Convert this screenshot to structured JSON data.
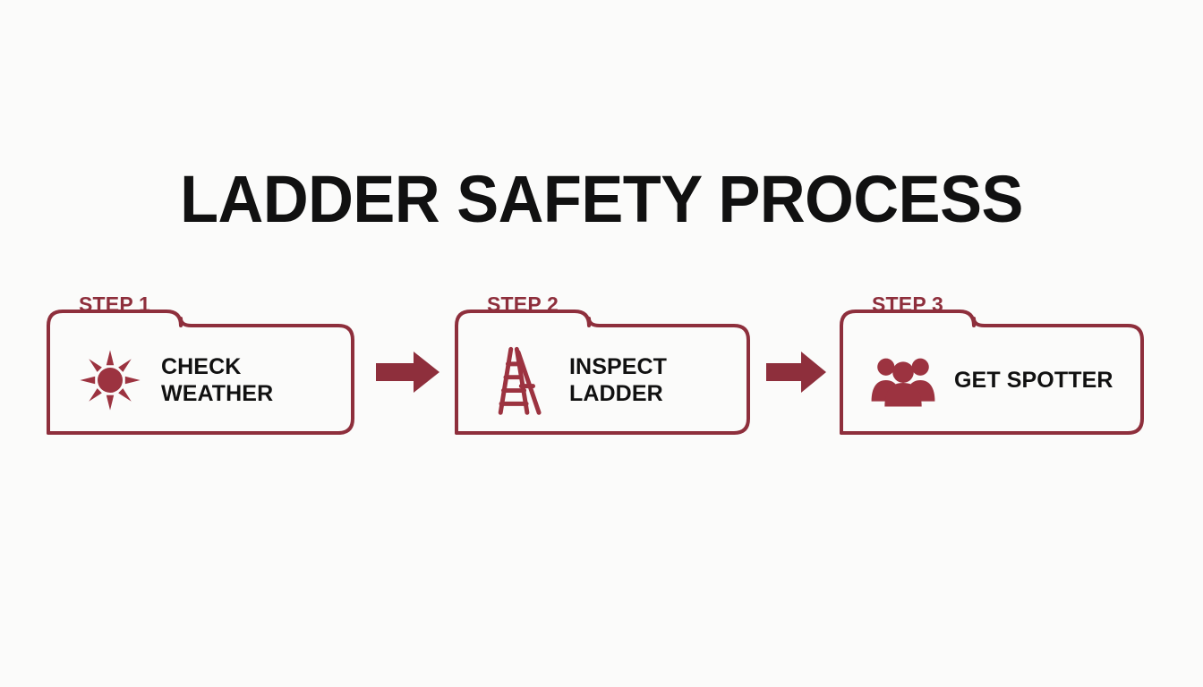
{
  "background_color": "#fbfbfa",
  "accent_color": "#8E2F3C",
  "text_color": "#111111",
  "title": "LADDER SAFETY PROCESS",
  "steps": [
    {
      "step_label": "STEP 1",
      "title": "CHECK\nWEATHER",
      "icon": "sun-icon"
    },
    {
      "step_label": "STEP 2",
      "title": "INSPECT\nLADDER",
      "icon": "step-ladder-icon"
    },
    {
      "step_label": "STEP 3",
      "title": "GET SPOTTER",
      "icon": "people-group-icon"
    }
  ],
  "connectors": [
    {
      "name": "arrow-step1-to-step2",
      "direction": "right"
    },
    {
      "name": "arrow-step2-to-step3",
      "direction": "right"
    }
  ]
}
